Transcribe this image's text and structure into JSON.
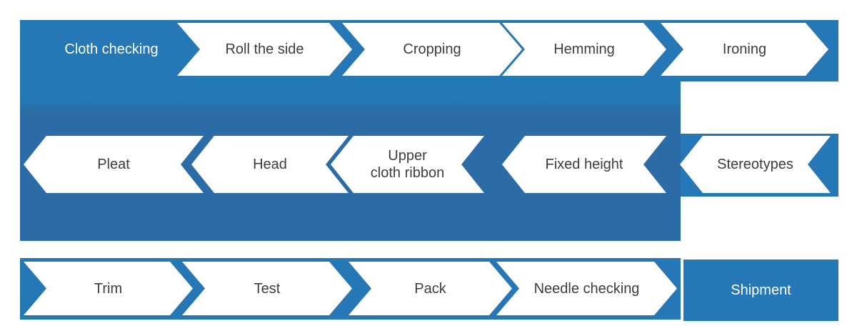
{
  "diagram_type": "process-flow-chevrons",
  "colors": {
    "band_blue": "#2577B5",
    "band_blue_dark": "#2C6CA6",
    "arrow_fill": "#FFFFFF",
    "label_dark": "#3D3D3D",
    "label_light": "#FFFFFF"
  },
  "rows": [
    {
      "row": 1,
      "flow_direction": "left-to-right",
      "steps": [
        "Cloth checking",
        "Roll the side",
        "Cropping",
        "Hemming",
        "Ironing"
      ]
    },
    {
      "row": 2,
      "flow_direction": "right-to-left",
      "steps": [
        "Stereotypes",
        "Fixed height",
        "Upper\ncloth ribbon",
        "Head",
        "Pleat"
      ]
    },
    {
      "row": 3,
      "flow_direction": "left-to-right",
      "steps": [
        "Trim",
        "Test",
        "Pack",
        "Needle checking",
        "Shipment"
      ]
    }
  ]
}
